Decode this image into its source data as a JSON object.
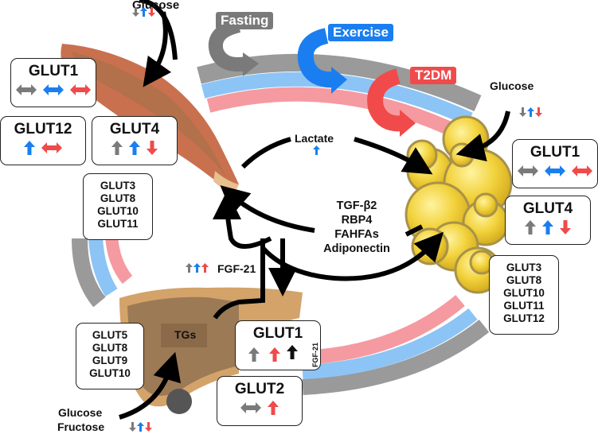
{
  "colors": {
    "fasting": "#7a7a7a",
    "exercise": "#1a7ef0",
    "t2dm": "#f04a4a",
    "band_gray": "#9a9a9a",
    "band_blue": "#8cc4f6",
    "band_pink": "#f59aa0",
    "adipose": "#f2d23c",
    "liver": "#9c7a55",
    "muscle": "#c9704e"
  },
  "conditions": [
    {
      "label": "Fasting",
      "color_key": "fasting"
    },
    {
      "label": "Exercise",
      "color_key": "exercise"
    },
    {
      "label": "T2DM",
      "color_key": "t2dm"
    }
  ],
  "muscle": {
    "glucose_label": "Glucose",
    "glucose_changes": [
      "down",
      "up",
      "down"
    ],
    "transporters": [
      {
        "name": "GLUT1",
        "changes": [
          "both",
          "both",
          "both"
        ]
      },
      {
        "name": "GLUT12",
        "changes": [
          null,
          "up",
          "both"
        ]
      },
      {
        "name": "GLUT4",
        "changes": [
          "up",
          "up",
          "down"
        ]
      }
    ],
    "other_transporters": [
      "GLUT3",
      "GLUT8",
      "GLUT10",
      "GLUT11"
    ]
  },
  "adipose": {
    "glucose_label": "Glucose",
    "glucose_changes": [
      "down",
      "up",
      "down"
    ],
    "transporters": [
      {
        "name": "GLUT1",
        "changes": [
          "both",
          "both",
          "both"
        ]
      },
      {
        "name": "GLUT4",
        "changes": [
          "up",
          "up",
          "down"
        ]
      }
    ],
    "other_transporters": [
      "GLUT3",
      "GLUT8",
      "GLUT10",
      "GLUT11",
      "GLUT12"
    ]
  },
  "liver": {
    "glucose_label": "Glucose",
    "fructose_label": "Fructose",
    "input_changes": [
      "down",
      "up",
      "down"
    ],
    "tg_label": "TGs",
    "fgf21_label": "FGF-21",
    "fgf21_changes": [
      "up",
      "up",
      "up"
    ],
    "transporters": [
      {
        "name": "GLUT1",
        "changes": [
          "up",
          null,
          "up"
        ],
        "extra_change": "up",
        "extra_label": "FGF-21"
      },
      {
        "name": "GLUT2",
        "changes": [
          "both",
          null,
          "up"
        ]
      }
    ],
    "other_transporters": [
      "GLUT5",
      "GLUT8",
      "GLUT9",
      "GLUT10"
    ]
  },
  "crosstalk": {
    "lactate_label": "Lactate",
    "lactate_change": "up",
    "adipokines": [
      "TGF-β2",
      "RBP4",
      "FAHFAs",
      "Adiponectin"
    ]
  }
}
